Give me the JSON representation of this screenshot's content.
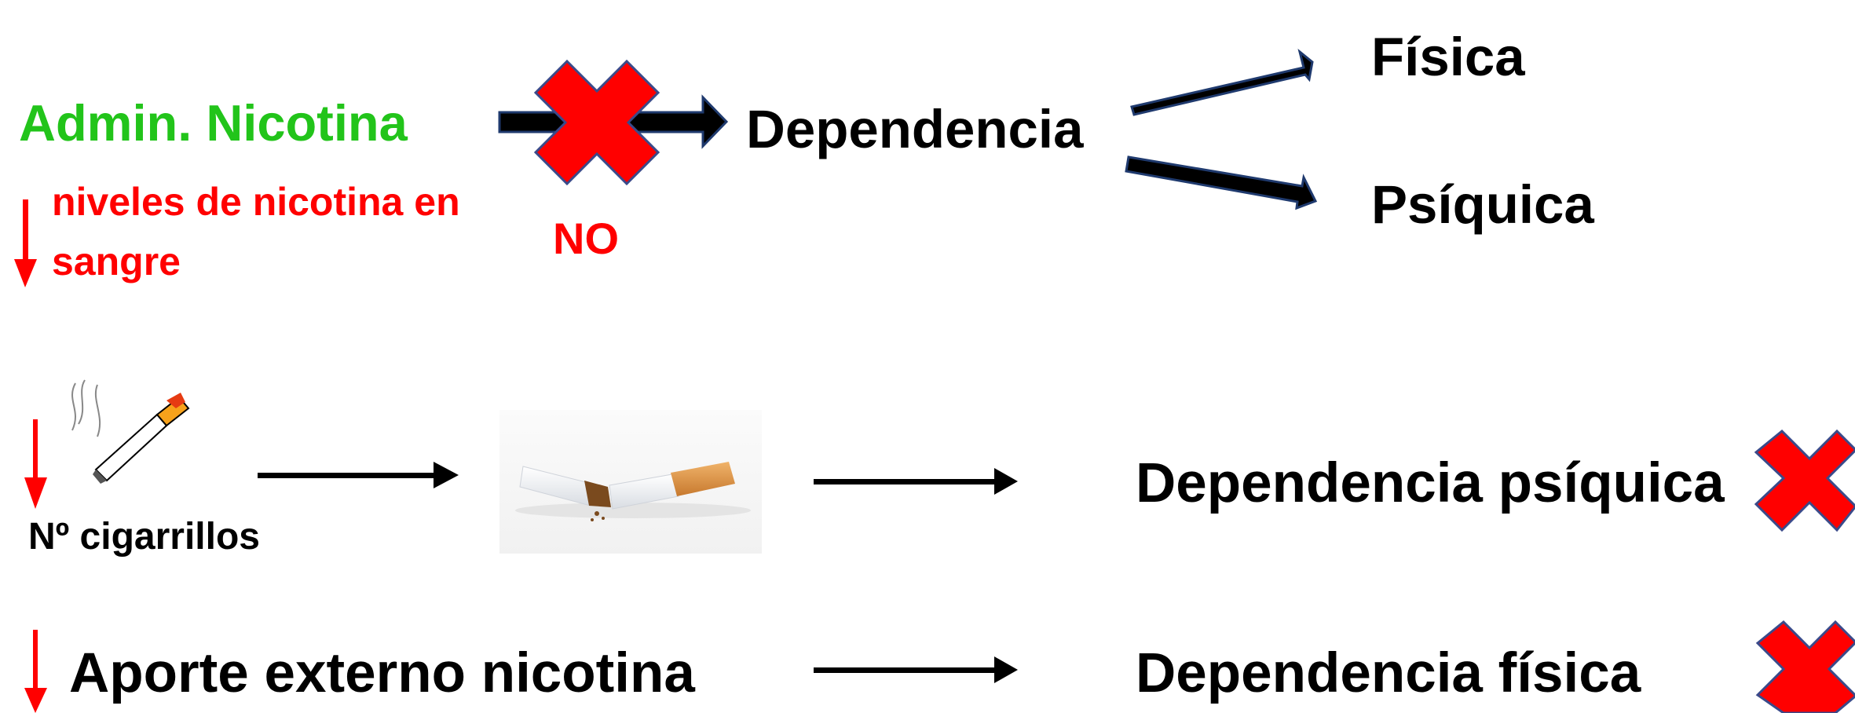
{
  "labels": {
    "admin": "Admin. Nicotina",
    "dependencia": "Dependencia",
    "fisica": "Física",
    "psiquica": "Psíquica",
    "no": "NO",
    "niveles_line1": "niveles de nicotina en",
    "niveles_line2": "sangre",
    "cigarrillos": "Nº cigarrillos",
    "dep_psiquica": "Dependencia psíquica",
    "aporte": "Aporte externo nicotina",
    "dep_fisica": "Dependencia física"
  },
  "colors": {
    "green": "#22c41a",
    "red": "#ff0000",
    "black": "#000000",
    "navy_outline": "#1f3a6e",
    "cross": "#ff0000"
  },
  "icons": [
    "down-arrow-icon",
    "cross-icon",
    "cigarette-icon",
    "broken-cigarette-image",
    "right-arrow-icon"
  ]
}
